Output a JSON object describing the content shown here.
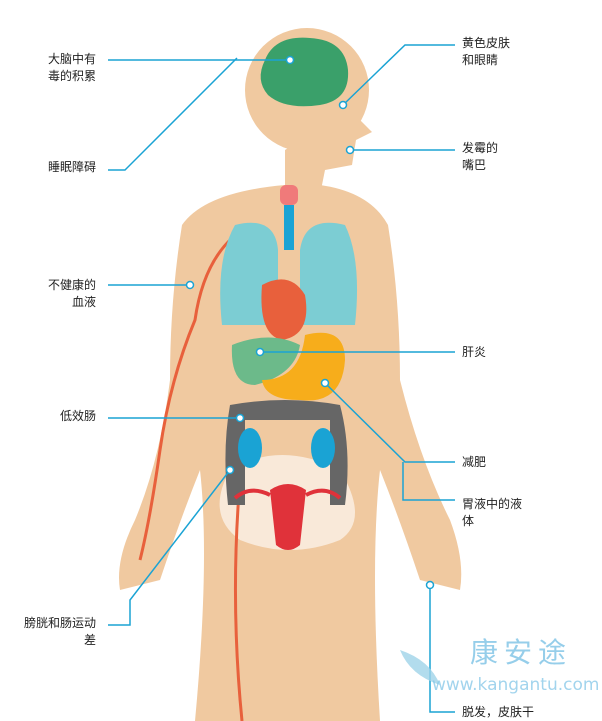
{
  "labels": {
    "brain_toxins": [
      "大脑中有",
      "毒的积累"
    ],
    "sleep": [
      "睡眠障碍"
    ],
    "blood": [
      "不健康的",
      "血液"
    ],
    "bowel": [
      "低效肠"
    ],
    "bladder": [
      "膀胱和肠运动",
      "差"
    ],
    "skin_eyes": [
      "黄色皮肤",
      "和眼睛"
    ],
    "mouth": [
      "发霉的",
      "嘴巴"
    ],
    "liver": [
      "肝炎"
    ],
    "weight": [
      "减肥"
    ],
    "stomach": [
      "胃液中的液",
      "体"
    ],
    "hair": [
      "脱发，皮肤干"
    ]
  },
  "watermark": {
    "text": "康安途",
    "url": "www.kangantu.com"
  },
  "colors": {
    "skin": "#f0c9a0",
    "line": "#1aa3d4",
    "brain": "#3aa06a",
    "lung": "#7ccdd3",
    "heart": "#e8603c",
    "liver": "#6cba8a",
    "stomach": "#f7ad1b",
    "intestine": "#666666",
    "uterus": "#e0323a",
    "vessel": "#e8603c"
  }
}
